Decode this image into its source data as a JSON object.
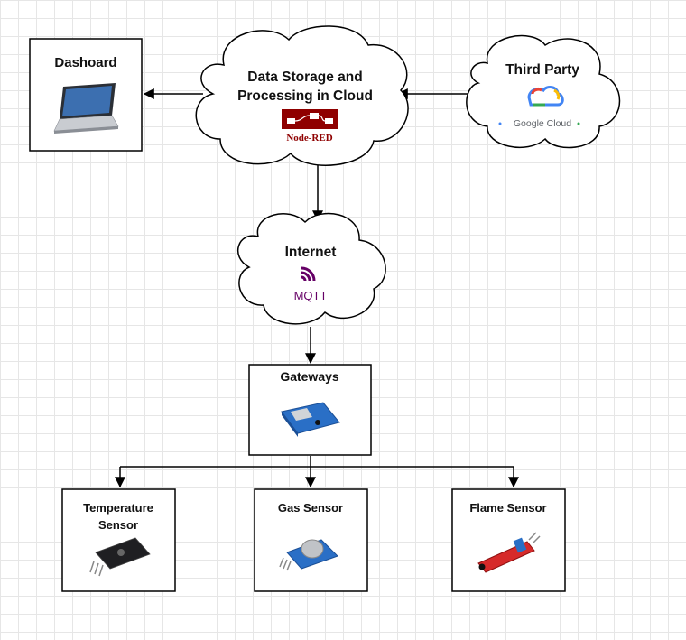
{
  "nodes": {
    "dashboard": {
      "title": "Dashoard"
    },
    "cloud": {
      "title_line1": "Data Storage and",
      "title_line2": "Processing in Cloud",
      "logo_text": "Node-RED"
    },
    "third_party": {
      "title": "Third Party",
      "logo_text": "Google Cloud"
    },
    "internet": {
      "title": "Internet",
      "logo_text": "MQTT"
    },
    "gateways": {
      "title": "Gateways"
    },
    "sensors": [
      {
        "title_line1": "Temperature",
        "title_line2": "Sensor"
      },
      {
        "title_line1": "Gas Sensor",
        "title_line2": ""
      },
      {
        "title_line1": "Flame Sensor",
        "title_line2": ""
      }
    ]
  },
  "edges": [
    {
      "from": "cloud",
      "to": "dashboard"
    },
    {
      "from": "third_party",
      "to": "cloud"
    },
    {
      "from": "cloud",
      "to": "internet"
    },
    {
      "from": "internet",
      "to": "gateways"
    },
    {
      "from": "gateways",
      "to": "temperature_sensor"
    },
    {
      "from": "gateways",
      "to": "gas_sensor"
    },
    {
      "from": "gateways",
      "to": "flame_sensor"
    }
  ],
  "colors": {
    "node_red": "#8f0000",
    "mqtt": "#660066",
    "google_blue": "#4285F4",
    "google_red": "#EA4335",
    "google_yellow": "#FBBC05",
    "google_green": "#34A853",
    "board_blue": "#2a6fc6",
    "flame_red": "#d62a2a"
  }
}
